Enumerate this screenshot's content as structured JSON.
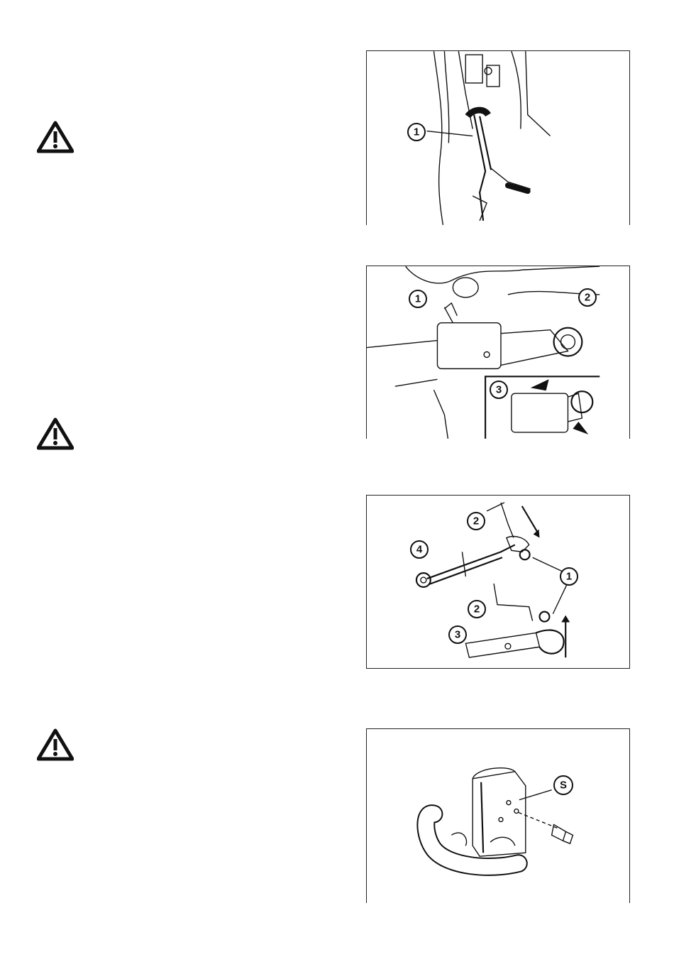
{
  "warnings": [
    {
      "icon": "warning-triangle-icon"
    },
    {
      "icon": "warning-triangle-icon"
    },
    {
      "icon": "warning-triangle-icon"
    }
  ],
  "figures": [
    {
      "callouts": [
        "1"
      ]
    },
    {
      "callouts": [
        "1",
        "2",
        "3"
      ]
    },
    {
      "callouts": [
        "2",
        "4",
        "1",
        "2",
        "3"
      ]
    },
    {
      "callouts": [
        "S"
      ]
    }
  ]
}
